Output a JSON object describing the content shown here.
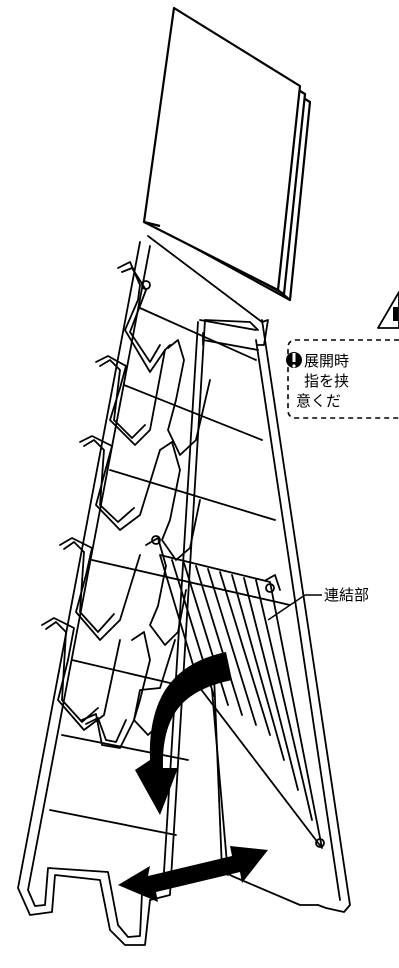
{
  "warning": {
    "icon": "warning-triangle-icon",
    "lines": [
      "展開時",
      "指を挟",
      "意くだ"
    ]
  },
  "labels": {
    "connector": "連結部"
  },
  "arrows": {
    "fold": "curved-fold-arrow",
    "spread": "double-headed-arrow"
  },
  "colors": {
    "line": "#000000",
    "background": "#ffffff"
  }
}
